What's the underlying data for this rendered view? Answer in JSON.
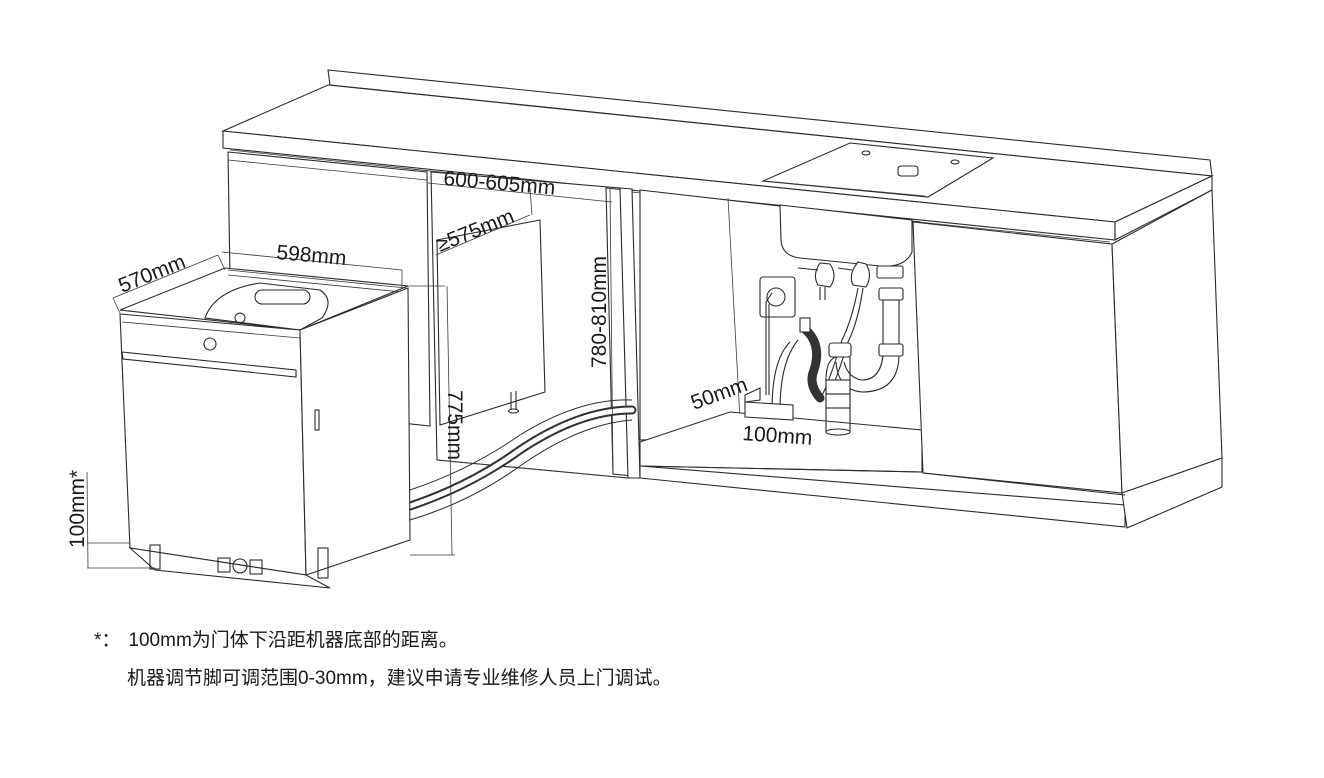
{
  "diagram": {
    "subject": "Built-in dishwasher installation dimensions",
    "dimensions": {
      "cabinet_depth": "570mm",
      "dishwasher_width": "598mm",
      "niche_width": "600-605mm",
      "niche_depth": "≥575mm",
      "niche_height": "780-810mm",
      "dishwasher_height": "775mm",
      "door_bottom_clearance": "100mm*",
      "drain_outlet_height": "50mm",
      "drain_outlet_width": "100mm"
    },
    "components": [
      "countertop",
      "left-upper-cabinet",
      "dishwasher",
      "drain-hose",
      "sink",
      "power-socket",
      "water-tap-valves",
      "s-trap-drain-pipe",
      "right-cabinet-door",
      "plinth"
    ]
  },
  "notes": {
    "star": "*",
    "separator": "：",
    "line1": "100mm为门体下沿距机器底部的距离。",
    "line2": "机器调节脚可调范围0-30mm，建议申请专业维修人员上门调试。"
  }
}
